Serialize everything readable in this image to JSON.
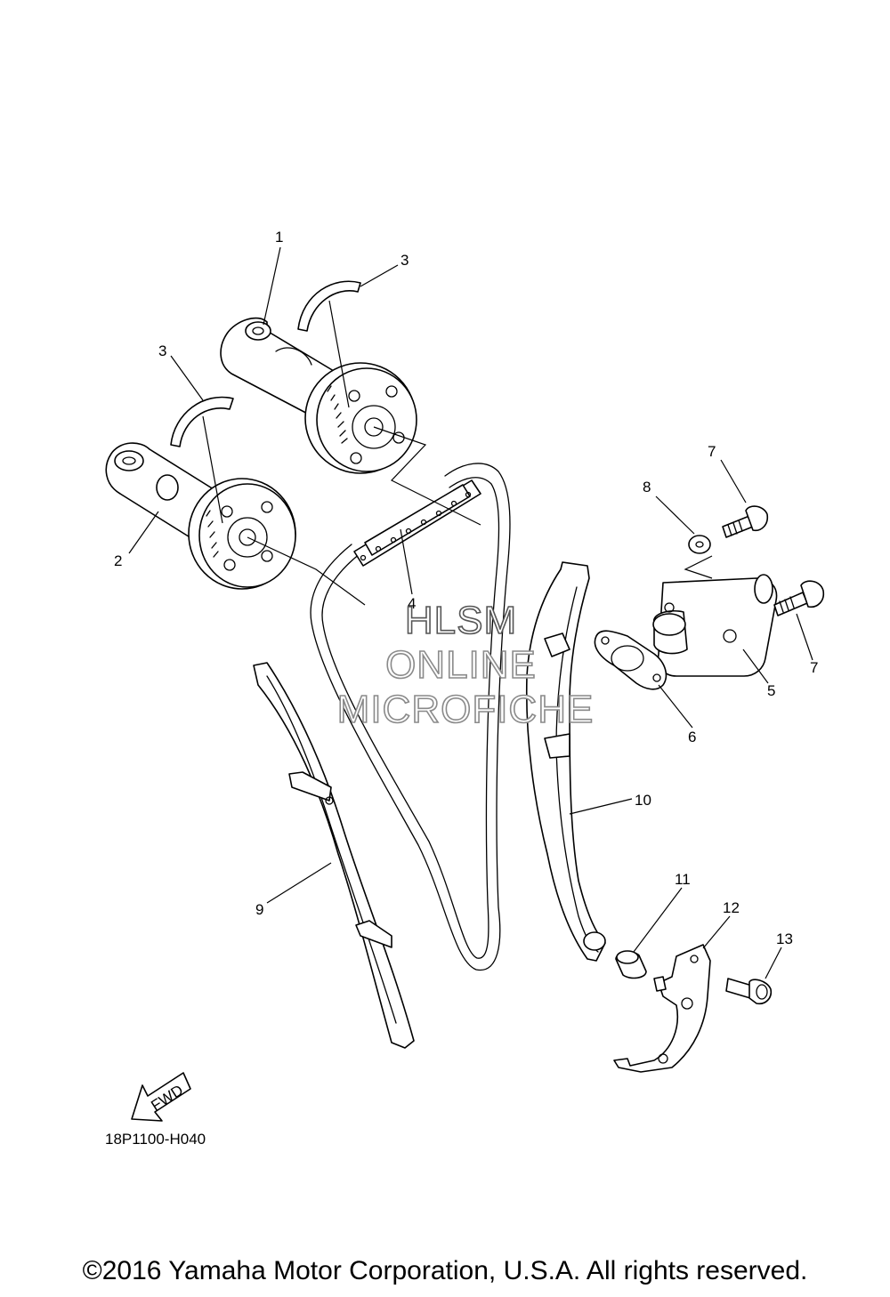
{
  "callouts": {
    "c1": "1",
    "c2": "2",
    "c3a": "3",
    "c3b": "3",
    "c4": "4",
    "c5": "5",
    "c6": "6",
    "c7a": "7",
    "c7b": "7",
    "c8": "8",
    "c9": "9",
    "c10": "10",
    "c11": "11",
    "c12": "12",
    "c13": "13"
  },
  "fwd_label": "FWD",
  "diagram_code": "18P1100-H040",
  "watermark": {
    "line1": "HLSM",
    "line2": "ONLINE",
    "line3": "MICROFICHE"
  },
  "copyright": "©2016 Yamaha Motor Corporation, U.S.A. All rights reserved.",
  "icons": {
    "fwd": "fwd-arrow-icon"
  }
}
